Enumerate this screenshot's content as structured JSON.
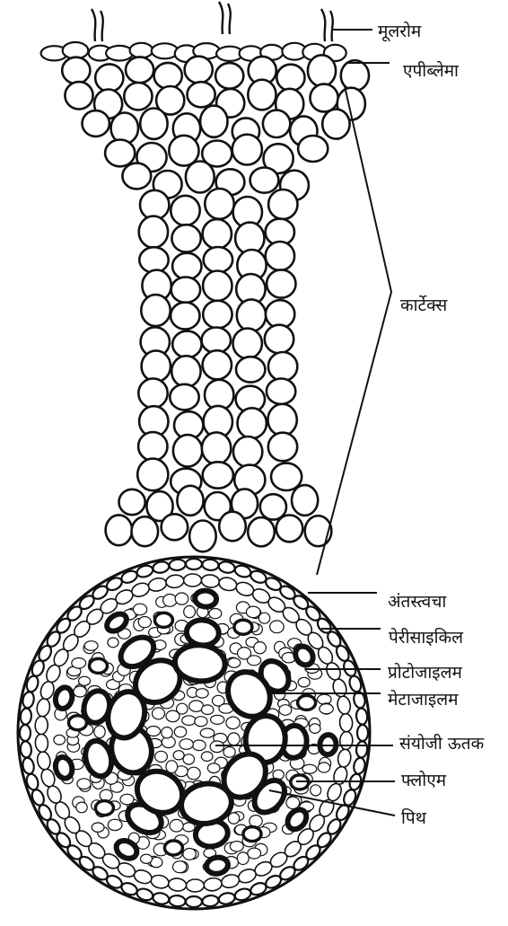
{
  "diagram": {
    "labels": {
      "root_hair": "मूलरोम",
      "epiblema": "एपीब्लेमा",
      "cortex": "कार्टेक्स",
      "endodermis": "अंतस्त्वचा",
      "pericycle": "पेरीसाइकिल",
      "protoxylem": "प्रोटोजाइलम",
      "metaxylem": "मेटाजाइलम",
      "conjunctive_tissue": "संयोजी ऊतक",
      "phloem": "फ्लोएम",
      "pith": "पिथ"
    },
    "colors": {
      "line": "#111111",
      "cell_fill": "#ffffff",
      "background": "#ffffff"
    }
  }
}
